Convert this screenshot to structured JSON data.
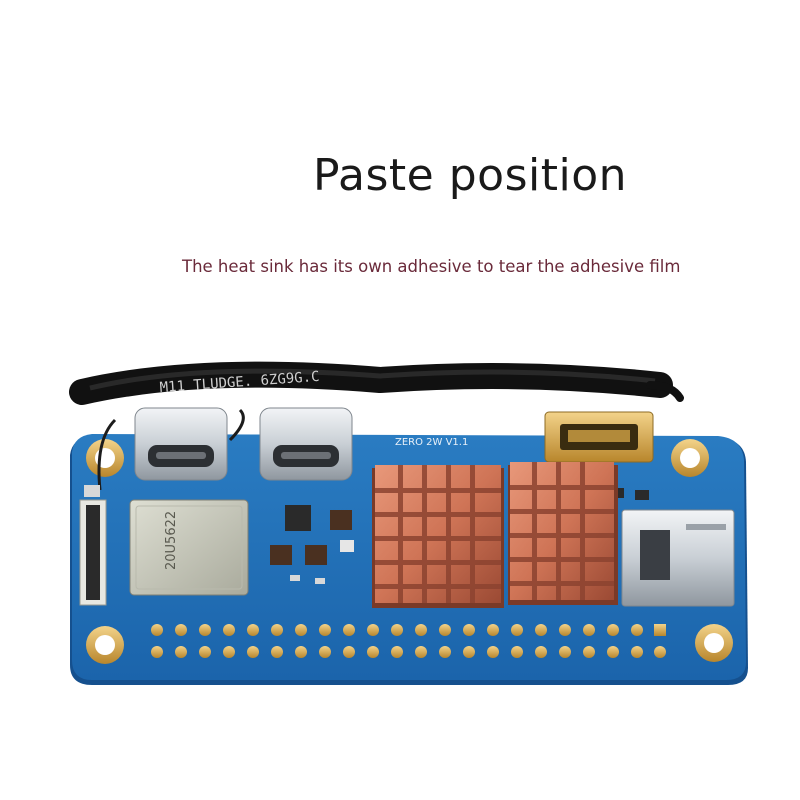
{
  "heading": "Paste position",
  "subheading": "The heat sink has its own adhesive to tear the adhesive film",
  "image": {
    "subject": "single-board-computer-with-heatsinks",
    "colors": {
      "pcb": "#1f6fb5",
      "pcb_edge": "#1858a0",
      "copper_heatsink": "#d47a5c",
      "pad_gold": "#c9a04a",
      "module_silver": "#c8c8bc",
      "antenna_cable": "#1c1c1c",
      "port_metal": "#d8dde2"
    },
    "labels": {
      "module_code": "20U5622",
      "board_name": "ZERO 2W V1.1",
      "cable_print": "M11 TLUDGE. 6ZG9G.C"
    }
  }
}
